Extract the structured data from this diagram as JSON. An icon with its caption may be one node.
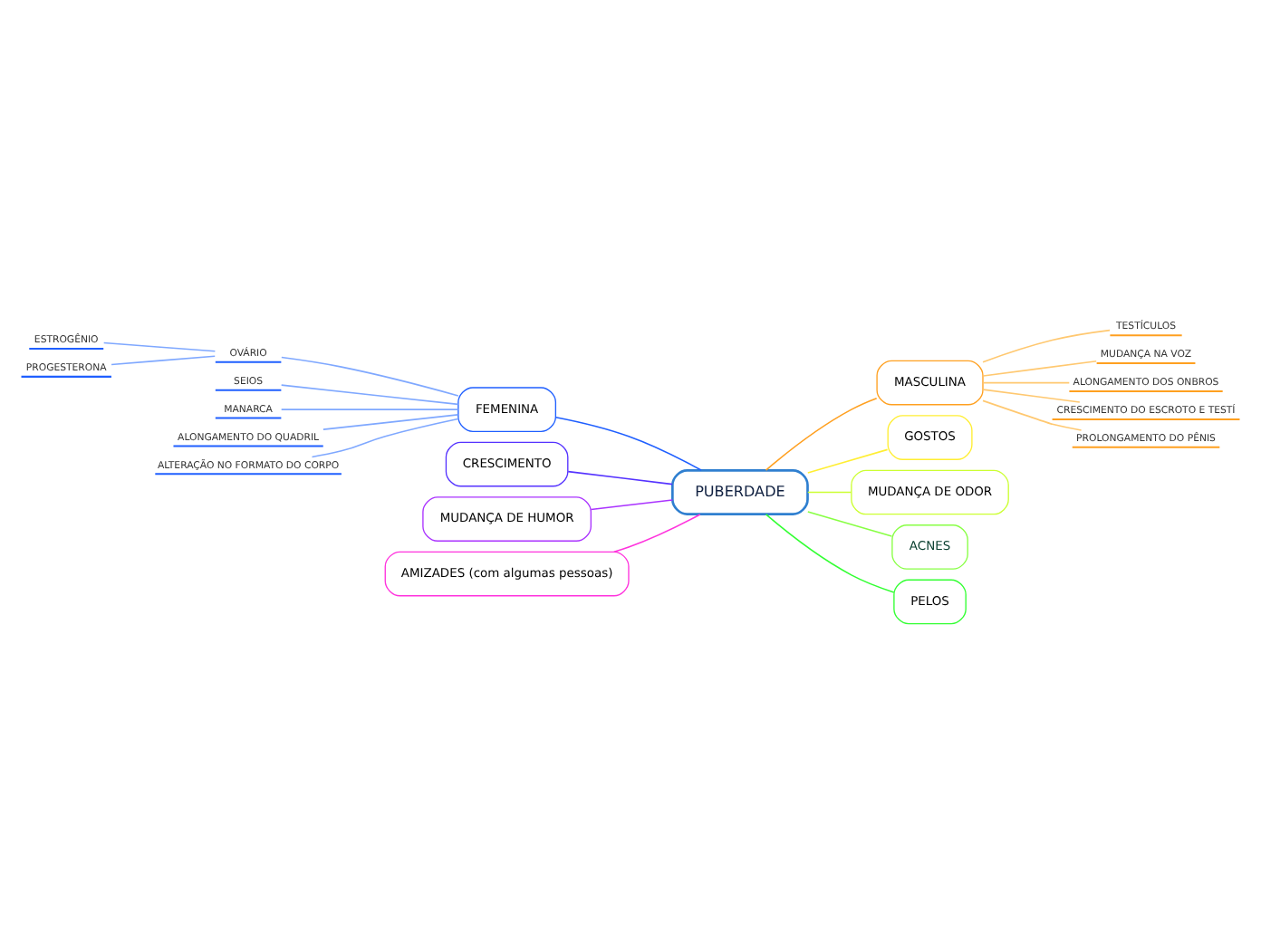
{
  "diagram": {
    "nodes": [
      {
        "text": [
          "PUBERDADE"
        ]
      },
      {
        "text": [
          "FEMENINA"
        ]
      },
      {
        "text": [
          "OVÁRIO"
        ]
      },
      {
        "text": [
          "ESTROGÊNIO"
        ]
      },
      {
        "text": [
          "PROGESTERONA"
        ]
      },
      {
        "text": [
          "SEIOS"
        ]
      },
      {
        "text": [
          "MANARCA"
        ]
      },
      {
        "text": [
          "ALONGAMENTO DO QUADRIL"
        ]
      },
      {
        "text": [
          "ALTERAÇÃO NO FORMATO DO CORPO"
        ]
      },
      {
        "text": [
          "MASCULINA"
        ]
      },
      {
        "text": [
          "TESTÍCULOS"
        ]
      },
      {
        "text": [
          "MUDANÇA NA VOZ"
        ]
      },
      {
        "text": [
          "ALONGAMENTO DOS ONBROS"
        ]
      },
      {
        "text": [
          "CRESCIMENTO DO ESCROTO E TESTÍ"
        ]
      },
      {
        "text": [
          "PROLONGAMENTO DO PÊNIS"
        ]
      },
      {
        "text": [
          "CRESCIMENTO"
        ]
      },
      {
        "text": [
          "MUDANÇA DE HUMOR"
        ]
      },
      {
        "text": [
          "AMIZADES (com algumas pessoas)"
        ]
      },
      {
        "text": [
          "GOSTOS"
        ]
      },
      {
        "text": [
          "MUDANÇA DE ODOR"
        ]
      },
      {
        "text": [
          "ACNES"
        ]
      },
      {
        "text": [
          "PELOS"
        ]
      }
    ],
    "edges": [
      {
        "from": 0,
        "to": 1,
        "arrow": "none",
        "color": "#1f5fff"
      },
      {
        "from": 1,
        "to": 2,
        "arrow": "none",
        "color": "#7fa8ff"
      },
      {
        "from": 2,
        "to": 3,
        "arrow": "none",
        "color": "#7fa8ff"
      },
      {
        "from": 2,
        "to": 4,
        "arrow": "none",
        "color": "#7fa8ff"
      },
      {
        "from": 1,
        "to": 5,
        "arrow": "none",
        "color": "#7fa8ff"
      },
      {
        "from": 1,
        "to": 6,
        "arrow": "none",
        "color": "#7fa8ff"
      },
      {
        "from": 1,
        "to": 7,
        "arrow": "none",
        "color": "#7fa8ff"
      },
      {
        "from": 1,
        "to": 8,
        "arrow": "none",
        "color": "#7fa8ff"
      },
      {
        "from": 0,
        "to": 9,
        "arrow": "none",
        "color": "#ffa020"
      },
      {
        "from": 9,
        "to": 10,
        "arrow": "none",
        "color": "#ffc870"
      },
      {
        "from": 9,
        "to": 11,
        "arrow": "none",
        "color": "#ffc870"
      },
      {
        "from": 9,
        "to": 12,
        "arrow": "none",
        "color": "#ffc870"
      },
      {
        "from": 9,
        "to": 13,
        "arrow": "none",
        "color": "#ffc870"
      },
      {
        "from": 9,
        "to": 14,
        "arrow": "none",
        "color": "#ffc870"
      },
      {
        "from": 0,
        "to": 15,
        "arrow": "none",
        "color": "#5533ff"
      },
      {
        "from": 0,
        "to": 16,
        "arrow": "none",
        "color": "#aa33ff"
      },
      {
        "from": 0,
        "to": 17,
        "arrow": "none",
        "color": "#ff33dd"
      },
      {
        "from": 0,
        "to": 18,
        "arrow": "none",
        "color": "#ffee33"
      },
      {
        "from": 0,
        "to": 19,
        "arrow": "none",
        "color": "#ccff33"
      },
      {
        "from": 0,
        "to": 20,
        "arrow": "none",
        "color": "#88ff44"
      },
      {
        "from": 0,
        "to": 21,
        "arrow": "none",
        "color": "#33ff33"
      }
    ]
  }
}
